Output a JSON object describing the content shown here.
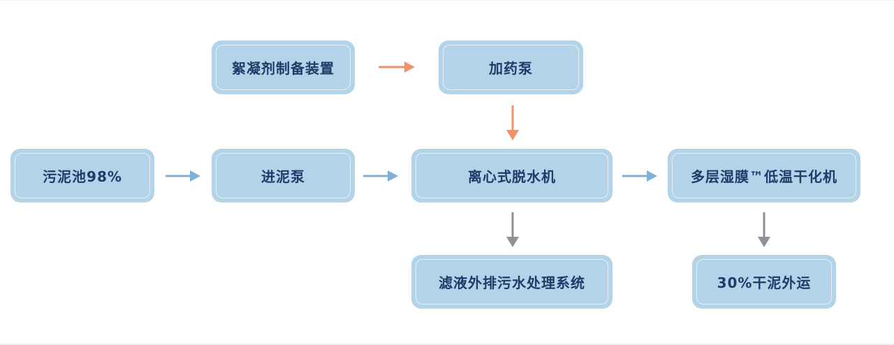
{
  "diagram": {
    "type": "process-flowchart",
    "nodes": [
      {
        "id": "sludge_pool",
        "label": "污泥池98%"
      },
      {
        "id": "feed_pump",
        "label": "进泥泵"
      },
      {
        "id": "flocculant_prep",
        "label": "絮凝剂制备装置"
      },
      {
        "id": "dosing_pump",
        "label": "加药泵"
      },
      {
        "id": "centrifuge",
        "label": "离心式脱水机"
      },
      {
        "id": "dryer",
        "label": "多层湿膜™低温干化机"
      },
      {
        "id": "filtrate_treatment",
        "label": "滤液外排污水处理系统"
      },
      {
        "id": "dry_sludge_out",
        "label": "30%干泥外运"
      }
    ],
    "edges": [
      {
        "from": "sludge_pool",
        "to": "feed_pump",
        "color": "#7fb1d8"
      },
      {
        "from": "feed_pump",
        "to": "centrifuge",
        "color": "#7fb1d8"
      },
      {
        "from": "flocculant_prep",
        "to": "dosing_pump",
        "color": "#f0916a"
      },
      {
        "from": "dosing_pump",
        "to": "centrifuge",
        "color": "#f0916a"
      },
      {
        "from": "centrifuge",
        "to": "dryer",
        "color": "#7fb1d8"
      },
      {
        "from": "centrifuge",
        "to": "filtrate_treatment",
        "color": "#8e9296"
      },
      {
        "from": "dryer",
        "to": "dry_sludge_out",
        "color": "#8e9296"
      }
    ]
  },
  "colors": {
    "node_fill": "#b3d3e9",
    "node_text": "#1e3b6a",
    "flow_arrow": "#7fb1d8",
    "chemical_arrow": "#f0916a",
    "output_arrow": "#8e9296"
  }
}
